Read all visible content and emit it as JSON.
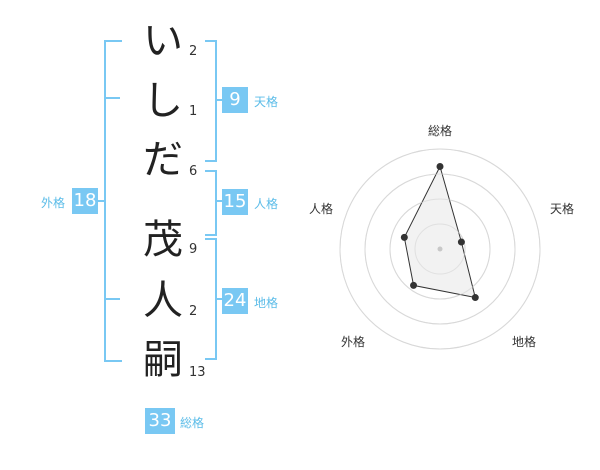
{
  "name": {
    "chars": [
      "い",
      "し",
      "だ",
      "茂",
      "人",
      "嗣"
    ],
    "strokes": [
      "2",
      "1",
      "6",
      "9",
      "2",
      "13"
    ]
  },
  "kakusu": {
    "tenkaku": {
      "value": "9",
      "label": "天格"
    },
    "jinkaku": {
      "value": "15",
      "label": "人格"
    },
    "chikaku": {
      "value": "24",
      "label": "地格"
    },
    "gaikaku": {
      "value": "18",
      "label": "外格"
    },
    "soukaku": {
      "value": "33",
      "label": "総格"
    }
  },
  "chart_data": {
    "type": "radar",
    "axes": [
      "総格",
      "天格",
      "地格",
      "外格",
      "人格"
    ],
    "values": [
      33,
      9,
      24,
      18,
      15
    ],
    "rings": 4,
    "colors": {
      "fill": "#f0f0f0",
      "stroke": "#333333",
      "grid": "#d8d8d8"
    }
  }
}
